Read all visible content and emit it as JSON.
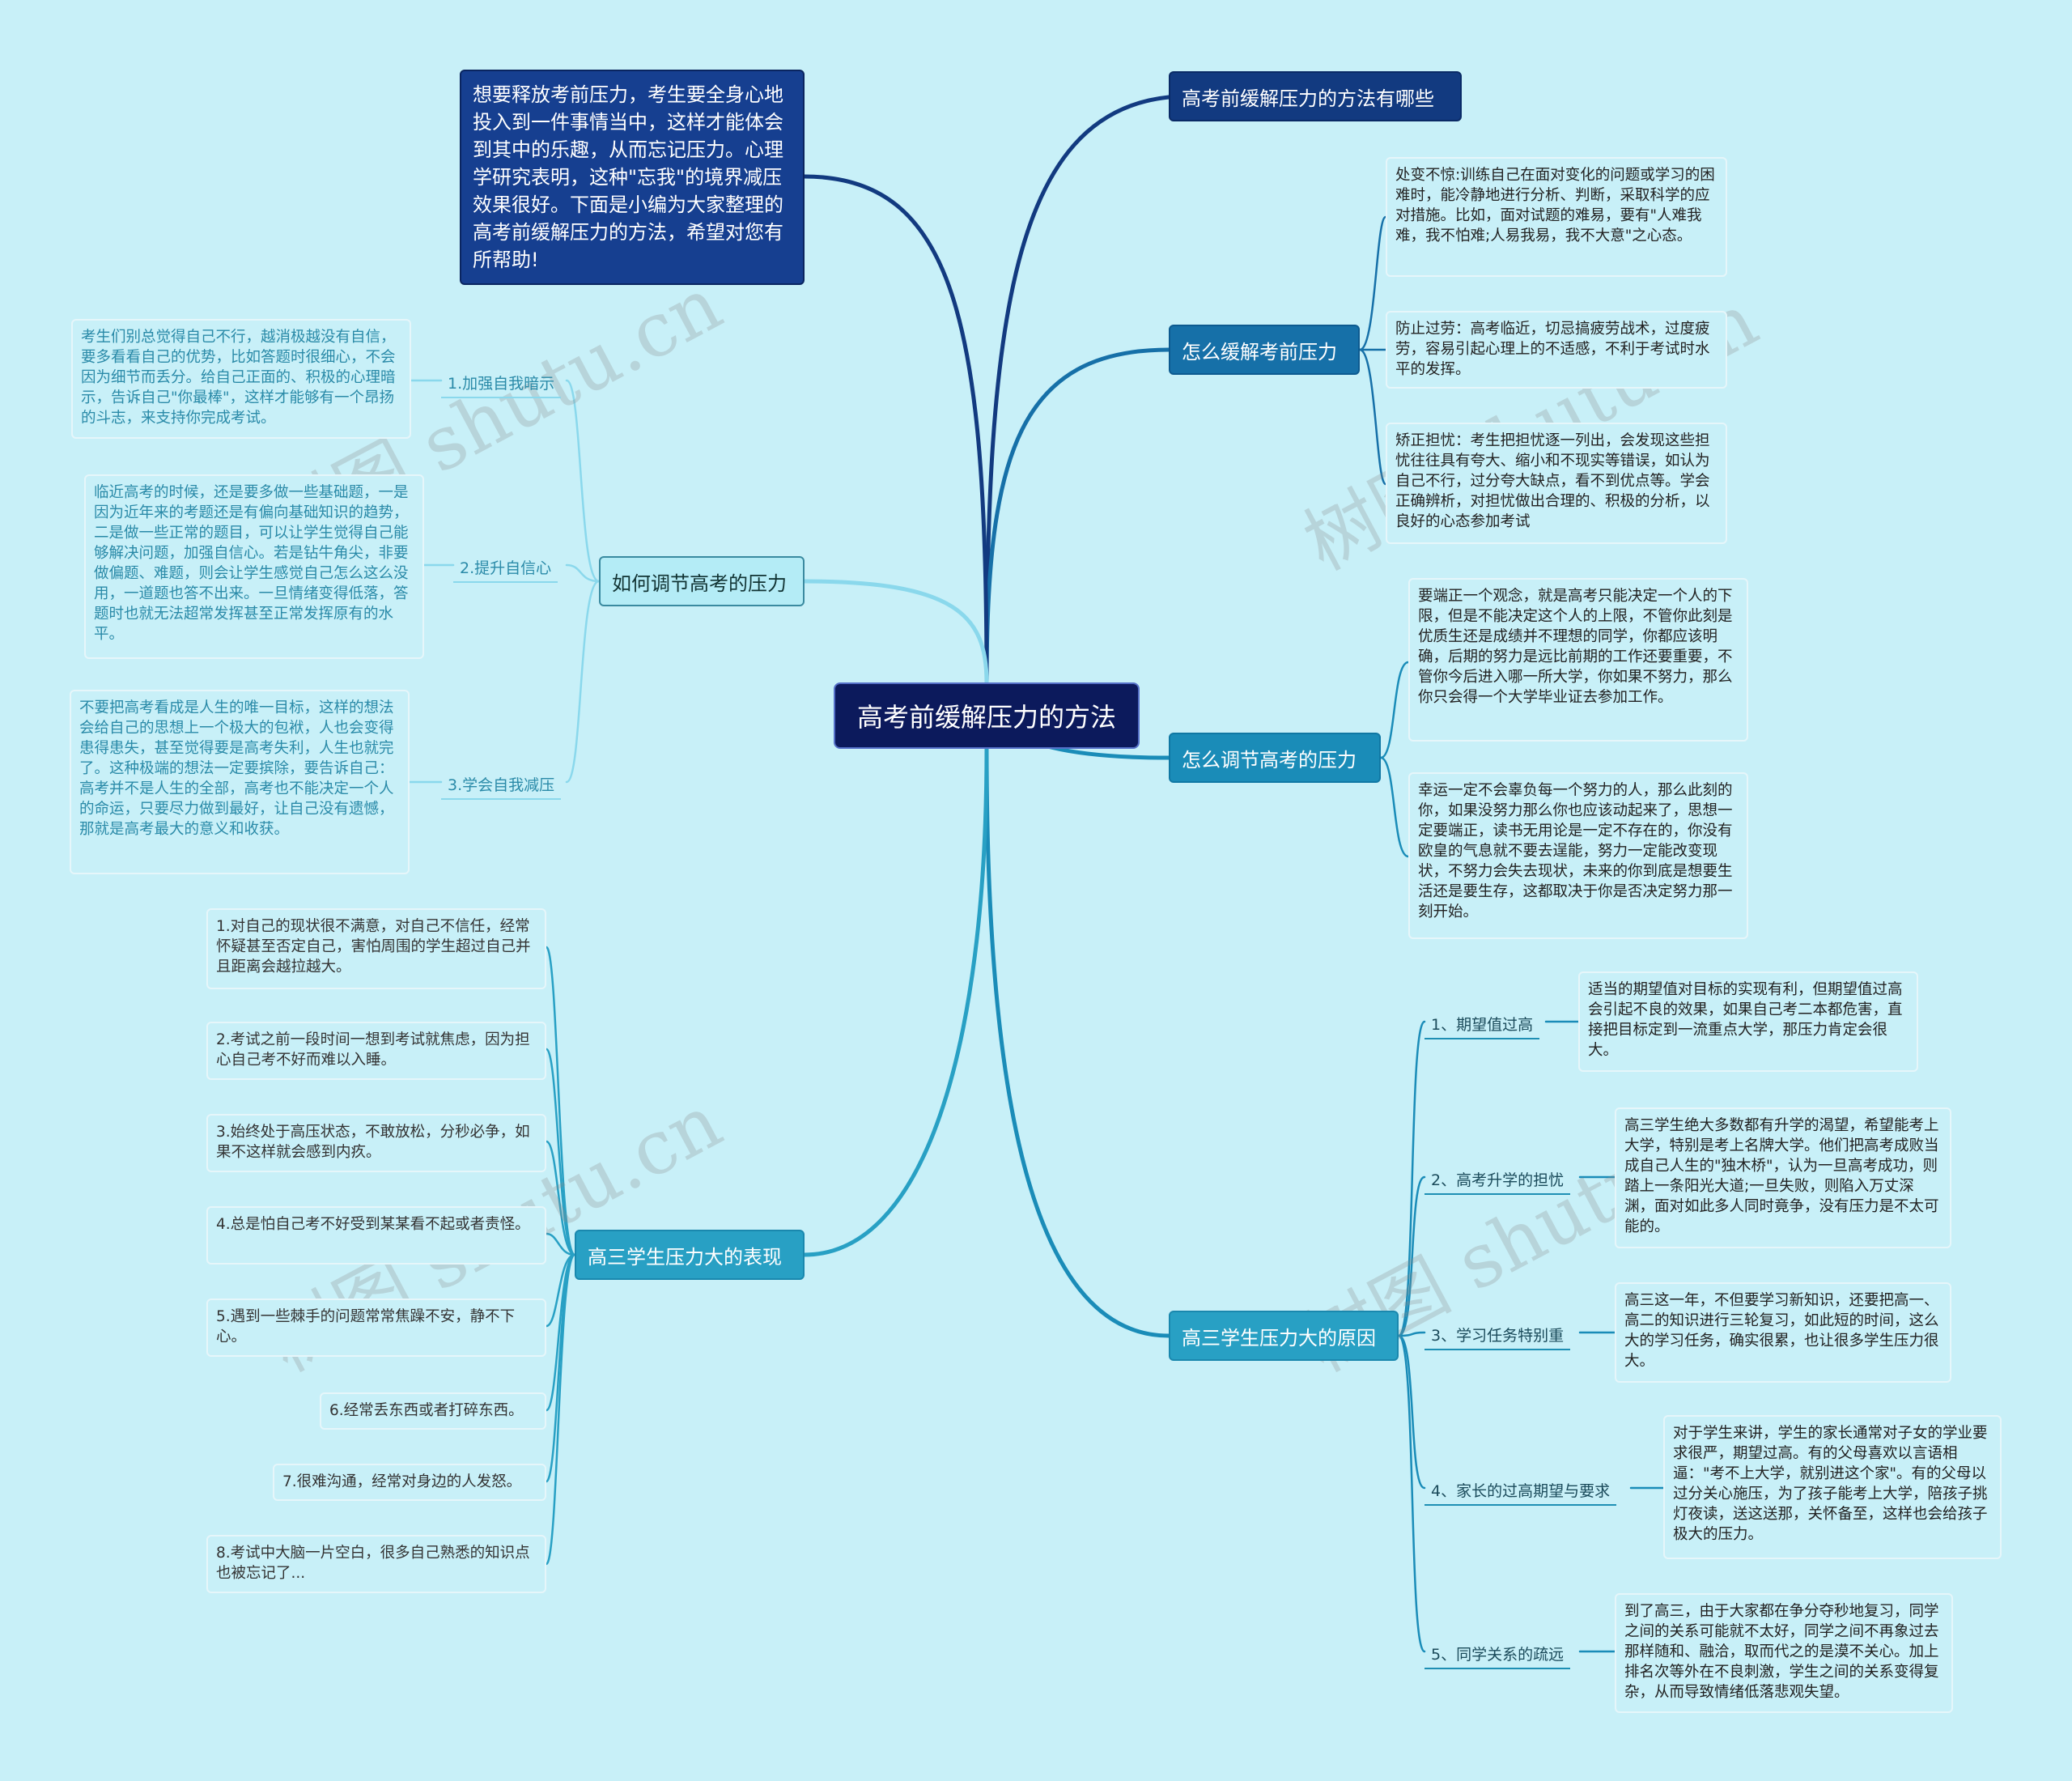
{
  "root": "高考前缓解压力的方法",
  "intro": "想要释放考前压力，考生要全身心地投入到一件事情当中，这样才能体会到其中的乐趣，从而忘记压力。心理学研究表明，这种\"忘我\"的境界减压效果很好。下面是小编为大家整理的高考前缓解压力的方法，希望对您有所帮助!",
  "right": {
    "b1": {
      "title": "高考前缓解压力的方法有哪些"
    },
    "b2": {
      "title": "怎么缓解考前压力",
      "leaves": [
        "处变不惊:训练自己在面对变化的问题或学习的困难时，能冷静地进行分析、判断，采取科学的应对措施。比如，面对试题的难易，要有\"人难我难，我不怕难;人易我易，我不大意\"之心态。",
        "防止过劳：高考临近，切忌搞疲劳战术，过度疲劳，容易引起心理上的不适感，不利于考试时水平的发挥。",
        "矫正担忧：考生把担忧逐一列出，会发现这些担忧往往具有夸大、缩小和不现实等错误，如认为自己不行，过分夸大缺点，看不到优点等。学会正确辨析，对担忧做出合理的、积极的分析，以良好的心态参加考试"
      ]
    },
    "b3": {
      "title": "怎么调节高考的压力",
      "leaves": [
        "要端正一个观念，就是高考只能决定一个人的下限，但是不能决定这个人的上限，不管你此刻是优质生还是成绩并不理想的同学，你都应该明确，后期的努力是远比前期的工作还要重要，不管你今后进入哪一所大学，你如果不努力，那么你只会得一个大学毕业证去参加工作。",
        "幸运一定不会辜负每一个努力的人，那么此刻的你，如果没努力那么你也应该动起来了，思想一定要端正，读书无用论是一定不存在的，你没有欧皇的气息就不要去逞能，努力一定能改变现状，不努力会失去现状，未来的你到底是想要生活还是要生存，这都取决于你是否决定努力那一刻开始。"
      ]
    },
    "b4": {
      "title": "高三学生压力大的原因",
      "items": [
        {
          "label": "1、期望值过高",
          "text": "适当的期望值对目标的实现有利，但期望值过高会引起不良的效果，如果自己考二本都危害，直接把目标定到一流重点大学，那压力肯定会很大。"
        },
        {
          "label": "2、高考升学的担忧",
          "text": "高三学生绝大多数都有升学的渴望，希望能考上大学，特别是考上名牌大学。他们把高考成败当成自己人生的\"独木桥\"，认为一旦高考成功，则踏上一条阳光大道;一旦失败，则陷入万丈深渊，面对如此多人同时竟争，没有压力是不太可能的。"
        },
        {
          "label": "3、学习任务特别重",
          "text": "高三这一年，不但要学习新知识，还要把高一、高二的知识进行三轮复习，如此短的时间，这么大的学习任务，确实很累，也让很多学生压力很大。"
        },
        {
          "label": "4、家长的过高期望与要求",
          "text": "对于学生来讲，学生的家长通常对子女的学业要求很严，期望过高。有的父母喜欢以言语相逼：\"考不上大学，就别进这个家\"。有的父母以过分关心施压，为了孩子能考上大学，陪孩子挑灯夜读，送这送那，关怀备至，这样也会给孩子极大的压力。"
        },
        {
          "label": "5、同学关系的疏远",
          "text": "到了高三，由于大家都在争分夺秒地复习，同学之间的关系可能就不太好，同学之间不再象过去那样随和、融洽，取而代之的是漠不关心。加上排名次等外在不良刺激，学生之间的关系变得复杂，从而导致情绪低落悲观失望。"
        }
      ]
    }
  },
  "left": {
    "c1": {
      "title": "如何调节高考的压力",
      "items": [
        {
          "label": "1.加强自我暗示",
          "text": "考生们别总觉得自己不行，越消极越没有自信，要多看看自己的优势，比如答题时很细心，不会因为细节而丢分。给自己正面的、积极的心理暗示，告诉自己\"你最棒\"，这样才能够有一个昂扬的斗志，来支持你完成考试。"
        },
        {
          "label": "2.提升自信心",
          "text": "临近高考的时候，还是要多做一些基础题，一是因为近年来的考题还是有偏向基础知识的趋势，二是做一些正常的题目，可以让学生觉得自己能够解决问题，加强自信心。若是钻牛角尖，非要做偏题、难题，则会让学生感觉自己怎么这么没用，一道题也答不出来。一旦情绪变得低落，答题时也就无法超常发挥甚至正常发挥原有的水平。"
        },
        {
          "label": "3.学会自我减压",
          "text": "不要把高考看成是人生的唯一目标，这样的想法会给自己的思想上一个极大的包袱，人也会变得患得患失，甚至觉得要是高考失利，人生也就完了。这种极端的想法一定要摈除，要告诉自己：高考并不是人生的全部，高考也不能决定一个人的命运，只要尽力做到最好，让自己没有遗憾，那就是高考最大的意义和收获。"
        }
      ]
    },
    "c2": {
      "title": "高三学生压力大的表现",
      "items": [
        "1.对自己的现状很不满意，对自己不信任，经常怀疑甚至否定自己，害怕周围的学生超过自己并且距离会越拉越大。",
        "2.考试之前一段时间一想到考试就焦虑，因为担心自己考不好而难以入睡。",
        "3.始终处于高压状态，不敢放松，分秒必争，如果不这样就会感到内疚。",
        "4.总是怕自己考不好受到某某看不起或者责怪。",
        "5.遇到一些棘手的问题常常焦躁不安，静不下心。",
        "6.经常丢东西或者打碎东西。",
        "7.很难沟通，经常对身边的人发怒。",
        "8.考试中大脑一片空白，很多自己熟悉的知识点也被忘记了..."
      ]
    }
  },
  "watermark": "树图 shutu.cn",
  "colors": {
    "background": "#c8f0f8",
    "root": "#0c1a5c",
    "line_dark": "#123a80",
    "line_light": "#8ad8ec"
  }
}
